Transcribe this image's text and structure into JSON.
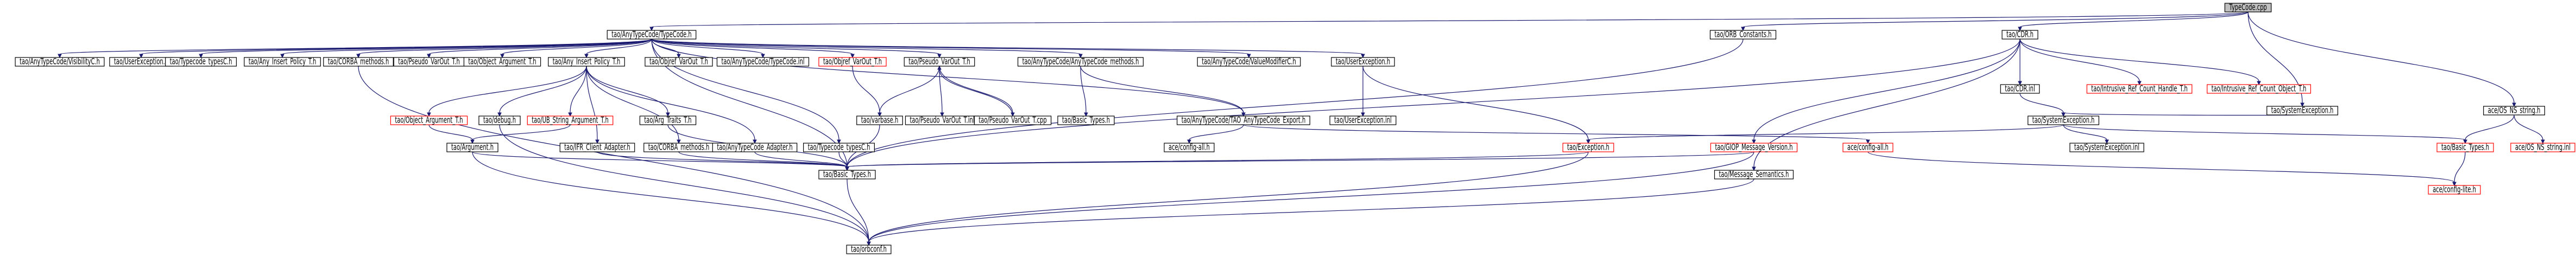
{
  "colors": {
    "edge": "#191970",
    "node_fill": "#ffffff",
    "node_border": "#000000",
    "missing_border": "#ff0000",
    "root_fill": "#bfbfbf"
  },
  "nodes": [
    {
      "id": "typecode_cpp",
      "label": "TypeCode.cpp",
      "kind": "root"
    },
    {
      "id": "anytypecode_typecode_h",
      "label": "tao/AnyTypeCode/TypeCode.h"
    },
    {
      "id": "orb_constants_h",
      "label": "tao/ORB_Constants.h"
    },
    {
      "id": "cdr_h",
      "label": "tao/CDR.h"
    },
    {
      "id": "systemexception_h",
      "label": "tao/SystemException.h"
    },
    {
      "id": "ace_os_ns_string_h",
      "label": "ace/OS_NS_string.h"
    },
    {
      "id": "visibilityc_h",
      "label": "tao/AnyTypeCode/VisibilityC.h"
    },
    {
      "id": "userexception_h_1",
      "label": "tao/UserException.h"
    },
    {
      "id": "typecode_typesc_h",
      "label": "tao/Typecode_typesC.h"
    },
    {
      "id": "any_insert_policy_t_h_1",
      "label": "tao/Any_Insert_Policy_T.h"
    },
    {
      "id": "corba_methods_h_1",
      "label": "tao/CORBA_methods.h"
    },
    {
      "id": "pseudo_varout_t_h_1",
      "label": "tao/Pseudo_VarOut_T.h"
    },
    {
      "id": "object_argument_t_h_1",
      "label": "tao/Object_Argument_T.h"
    },
    {
      "id": "any_insert_policy_t_h_2",
      "label": "tao/Any_Insert_Policy_T.h"
    },
    {
      "id": "objref_varout_t_h",
      "label": "tao/Objref_VarOut_T.h"
    },
    {
      "id": "anytypecode_typecode_inl",
      "label": "tao/AnyTypeCode/TypeCode.inl"
    },
    {
      "id": "objref_varout_t_h_missing",
      "label": "tao/Objref_VarOut_T.h",
      "kind": "missing"
    },
    {
      "id": "pseudo_varout_t_h_2",
      "label": "tao/Pseudo_VarOut_T.h"
    },
    {
      "id": "anytypecode_methods_h",
      "label": "tao/AnyTypeCode/AnyTypeCode_methods.h"
    },
    {
      "id": "valuemodifierc_h",
      "label": "tao/AnyTypeCode/ValueModifierC.h"
    },
    {
      "id": "userexception_h_2",
      "label": "tao/UserException.h"
    },
    {
      "id": "cdr_inl",
      "label": "tao/CDR.inl"
    },
    {
      "id": "intrusive_handle_t_h",
      "label": "tao/Intrusive_Ref_Count_Handle_T.h",
      "kind": "missing"
    },
    {
      "id": "intrusive_object_t_h",
      "label": "tao/Intrusive_Ref_Count_Object_T.h",
      "kind": "missing"
    },
    {
      "id": "object_argument_t_h_2",
      "label": "tao/Object_Argument_T.h",
      "kind": "missing"
    },
    {
      "id": "debug_h",
      "label": "tao/debug.h"
    },
    {
      "id": "uib_string_argument_t_h",
      "label": "tao/UB_String_Argument_T.h",
      "kind": "missing"
    },
    {
      "id": "arg_traits_t_h",
      "label": "tao/Arg_Traits_T.h"
    },
    {
      "id": "varbase_h",
      "label": "tao/varbase.h"
    },
    {
      "id": "pseudo_varout_t_inl",
      "label": "tao/Pseudo_VarOut_T.inl"
    },
    {
      "id": "pseudo_varout_t_cpp",
      "label": "tao/Pseudo_VarOut_T.cpp"
    },
    {
      "id": "basic_types_h_1",
      "label": "tao/Basic_Types.h"
    },
    {
      "id": "anytypecode_tao_export_h",
      "label": "tao/AnyTypeCode/TAO_AnyTypeCode_Export.h"
    },
    {
      "id": "userexception_inl",
      "label": "tao/UserException.inl"
    },
    {
      "id": "systemexception_h_2",
      "label": "tao/SystemException.h"
    },
    {
      "id": "argument_h",
      "label": "tao/Argument.h"
    },
    {
      "id": "ifr_client_adapter_h",
      "label": "tao/IFR_Client_Adapter.h"
    },
    {
      "id": "corba_methods_h_2",
      "label": "tao/CORBA_methods.h"
    },
    {
      "id": "anytypecode_adapter_h",
      "label": "tao/AnyTypeCode_Adapter.h"
    },
    {
      "id": "typecode_typesc_h_2",
      "label": "tao/Typecode_typesC.h"
    },
    {
      "id": "ace_config_all_h_1",
      "label": "ace/config-all.h"
    },
    {
      "id": "exception_h",
      "label": "tao/Exception.h",
      "kind": "missing"
    },
    {
      "id": "giop_message_version_h",
      "label": "tao/GIOP_Message_Version.h",
      "kind": "missing"
    },
    {
      "id": "ace_config_all_h_2",
      "label": "ace/config-all.h",
      "kind": "missing"
    },
    {
      "id": "systemexception_inl",
      "label": "tao/SystemException.inl"
    },
    {
      "id": "basic_types_h_2",
      "label": "tao/Basic_Types.h",
      "kind": "missing"
    },
    {
      "id": "ace_os_ns_string_inl",
      "label": "ace/OS_NS_string.inl",
      "kind": "missing"
    },
    {
      "id": "basic_types_h_main",
      "label": "tao/Basic_Types.h"
    },
    {
      "id": "message_semantics_h",
      "label": "tao/Message_Semantics.h"
    },
    {
      "id": "ace_config_lite_h",
      "label": "ace/config-lite.h",
      "kind": "missing"
    },
    {
      "id": "orbconf_h",
      "label": "tao/orbconf.h"
    }
  ],
  "edges": [
    [
      "typecode_cpp",
      "anytypecode_typecode_h"
    ],
    [
      "typecode_cpp",
      "orb_constants_h"
    ],
    [
      "typecode_cpp",
      "cdr_h"
    ],
    [
      "typecode_cpp",
      "systemexception_h"
    ],
    [
      "typecode_cpp",
      "ace_os_ns_string_h"
    ],
    [
      "anytypecode_typecode_h",
      "visibilityc_h"
    ],
    [
      "anytypecode_typecode_h",
      "userexception_h_1"
    ],
    [
      "anytypecode_typecode_h",
      "typecode_typesc_h"
    ],
    [
      "anytypecode_typecode_h",
      "any_insert_policy_t_h_1"
    ],
    [
      "anytypecode_typecode_h",
      "corba_methods_h_1"
    ],
    [
      "anytypecode_typecode_h",
      "pseudo_varout_t_h_1"
    ],
    [
      "anytypecode_typecode_h",
      "object_argument_t_h_1"
    ],
    [
      "anytypecode_typecode_h",
      "any_insert_policy_t_h_2"
    ],
    [
      "anytypecode_typecode_h",
      "objref_varout_t_h"
    ],
    [
      "anytypecode_typecode_h",
      "anytypecode_typecode_inl"
    ],
    [
      "anytypecode_typecode_h",
      "objref_varout_t_h_missing"
    ],
    [
      "anytypecode_typecode_h",
      "pseudo_varout_t_h_2"
    ],
    [
      "anytypecode_typecode_h",
      "anytypecode_methods_h"
    ],
    [
      "anytypecode_typecode_h",
      "valuemodifierc_h"
    ],
    [
      "anytypecode_typecode_h",
      "userexception_h_2"
    ],
    [
      "anytypecode_typecode_h",
      "anytypecode_tao_export_h"
    ],
    [
      "anytypecode_typecode_h",
      "typecode_typesc_h_2"
    ],
    [
      "anytypecode_typecode_h",
      "basic_types_h_main"
    ],
    [
      "any_insert_policy_t_h_2",
      "object_argument_t_h_2"
    ],
    [
      "any_insert_policy_t_h_2",
      "debug_h"
    ],
    [
      "any_insert_policy_t_h_2",
      "uib_string_argument_t_h"
    ],
    [
      "any_insert_policy_t_h_2",
      "arg_traits_t_h"
    ],
    [
      "any_insert_policy_t_h_2",
      "ifr_client_adapter_h"
    ],
    [
      "any_insert_policy_t_h_2",
      "corba_methods_h_2"
    ],
    [
      "any_insert_policy_t_h_2",
      "anytypecode_adapter_h"
    ],
    [
      "objref_varout_t_h_missing",
      "varbase_h"
    ],
    [
      "pseudo_varout_t_h_2",
      "varbase_h"
    ],
    [
      "pseudo_varout_t_h_2",
      "pseudo_varout_t_inl"
    ],
    [
      "pseudo_varout_t_h_2",
      "pseudo_varout_t_cpp"
    ],
    [
      "pseudo_varout_t_cpp",
      "pseudo_varout_t_h_2"
    ],
    [
      "anytypecode_methods_h",
      "basic_types_h_1"
    ],
    [
      "anytypecode_methods_h",
      "anytypecode_tao_export_h"
    ],
    [
      "userexception_h_2",
      "userexception_inl"
    ],
    [
      "userexception_h_2",
      "exception_h"
    ],
    [
      "anytypecode_tao_export_h",
      "ace_config_all_h_1"
    ],
    [
      "anytypecode_tao_export_h",
      "ace_config_all_h_2"
    ],
    [
      "object_argument_t_h_2",
      "argument_h"
    ],
    [
      "uib_string_argument_t_h",
      "argument_h"
    ],
    [
      "arg_traits_t_h",
      "basic_types_h_main"
    ],
    [
      "argument_h",
      "basic_types_h_main"
    ],
    [
      "argument_h",
      "orbconf_h"
    ],
    [
      "ifr_client_adapter_h",
      "basic_types_h_main"
    ],
    [
      "corba_methods_h_2",
      "basic_types_h_main"
    ],
    [
      "anytypecode_adapter_h",
      "basic_types_h_main"
    ],
    [
      "typecode_typesc_h_2",
      "basic_types_h_main"
    ],
    [
      "varbase_h",
      "basic_types_h_main"
    ],
    [
      "orb_constants_h",
      "basic_types_h_main"
    ],
    [
      "cdr_h",
      "cdr_inl"
    ],
    [
      "cdr_h",
      "intrusive_handle_t_h"
    ],
    [
      "cdr_h",
      "intrusive_object_t_h"
    ],
    [
      "cdr_h",
      "giop_message_version_h"
    ],
    [
      "cdr_h",
      "message_semantics_h"
    ],
    [
      "cdr_h",
      "basic_types_h_main"
    ],
    [
      "cdr_inl",
      "systemexception_h_2"
    ],
    [
      "systemexception_h",
      "systemexception_h_2"
    ],
    [
      "systemexception_h_2",
      "systemexception_inl"
    ],
    [
      "systemexception_h_2",
      "exception_h"
    ],
    [
      "systemexception_h_2",
      "basic_types_h_2"
    ],
    [
      "exception_h",
      "basic_types_h_main"
    ],
    [
      "exception_h",
      "orbconf_h"
    ],
    [
      "giop_message_version_h",
      "basic_types_h_main"
    ],
    [
      "giop_message_version_h",
      "orbconf_h"
    ],
    [
      "message_semantics_h",
      "orbconf_h"
    ],
    [
      "ace_config_all_h_2",
      "ace_config_lite_h"
    ],
    [
      "basic_types_h_2",
      "ace_config_lite_h"
    ],
    [
      "ace_os_ns_string_h",
      "basic_types_h_2"
    ],
    [
      "ace_os_ns_string_h",
      "ace_os_ns_string_inl"
    ],
    [
      "basic_types_h_main",
      "orbconf_h"
    ],
    [
      "debug_h",
      "orbconf_h"
    ],
    [
      "corba_methods_h_1",
      "orbconf_h"
    ]
  ]
}
